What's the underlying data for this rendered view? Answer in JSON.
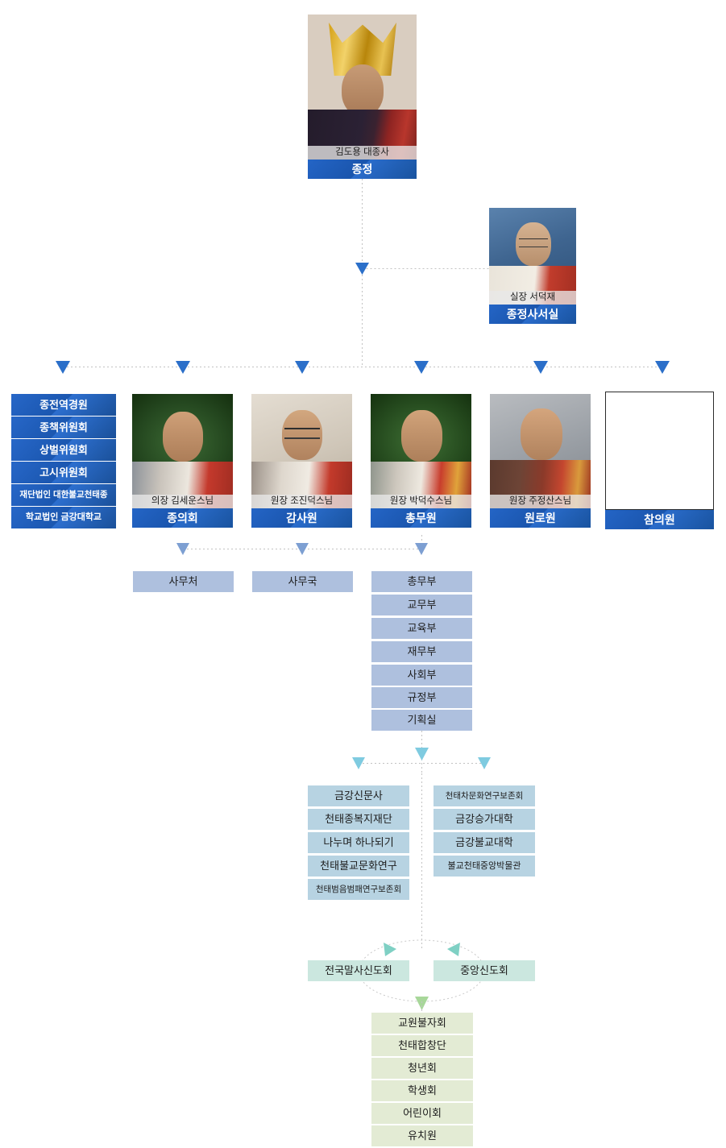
{
  "colors": {
    "deep_blue": "#1e5fbe",
    "steel_blue": "#aec0de",
    "affiliate_blue": "#b7d3e2",
    "teal": "#cbe7df",
    "green": "#e3ebd4",
    "arrow_deep": "#2b6fc9",
    "arrow_steel": "#7d9fd2",
    "arrow_cyan": "#7fcbe0",
    "arrow_teal": "#7fd0c4",
    "arrow_green": "#a8d79a",
    "line_dotted": "#c2c2c2",
    "caption_text": "#1c1c1c"
  },
  "top": {
    "person_name": "김도용 대종사",
    "office_label": "종정"
  },
  "secretariat": {
    "person_name": "실장 서덕재",
    "office_label": "종정사서실"
  },
  "committees": [
    {
      "label": "종전역경원",
      "size": "large"
    },
    {
      "label": "종책위원회",
      "size": "large"
    },
    {
      "label": "상벌위원회",
      "size": "large"
    },
    {
      "label": "고시위원회",
      "size": "large"
    },
    {
      "label": "재단법인 대한불교천태종",
      "size": "small"
    },
    {
      "label": "학교법인 금강대학교",
      "size": "small"
    }
  ],
  "organs": [
    {
      "person_name": "의장 김세운스님",
      "office_label": "종의회",
      "has_photo": true
    },
    {
      "person_name": "원장 조진덕스님",
      "office_label": "감사원",
      "has_photo": true
    },
    {
      "person_name": "원장 박덕수스님",
      "office_label": "총무원",
      "has_photo": true
    },
    {
      "person_name": "원장 주정산스님",
      "office_label": "원로원",
      "has_photo": true
    },
    {
      "person_name": "",
      "office_label": "참의원",
      "has_photo": false
    }
  ],
  "branch_offices": [
    {
      "label": "사무처"
    },
    {
      "label": "사무국"
    }
  ],
  "departments": [
    {
      "label": "총무부"
    },
    {
      "label": "교무부"
    },
    {
      "label": "교육부"
    },
    {
      "label": "재무부"
    },
    {
      "label": "사회부"
    },
    {
      "label": "규정부"
    },
    {
      "label": "기획실"
    }
  ],
  "affiliates_left": [
    {
      "label": "금강신문사",
      "size": "normal"
    },
    {
      "label": "천태종복지재단",
      "size": "normal"
    },
    {
      "label": "나누며 하나되기",
      "size": "normal"
    },
    {
      "label": "천태불교문화연구",
      "size": "normal"
    },
    {
      "label": "천태범음범패연구보존회",
      "size": "small"
    }
  ],
  "affiliates_right": [
    {
      "label": "천태차문화연구보존회",
      "size": "small"
    },
    {
      "label": "금강승가대학",
      "size": "normal"
    },
    {
      "label": "금강불교대학",
      "size": "normal"
    },
    {
      "label": "불교천태중앙박물관",
      "size": "small"
    }
  ],
  "lay_associations": [
    {
      "label": "전국말사신도회"
    },
    {
      "label": "중앙신도회"
    }
  ],
  "lay_groups": [
    {
      "label": "교원불자회"
    },
    {
      "label": "천태합창단"
    },
    {
      "label": "청년회"
    },
    {
      "label": "학생회"
    },
    {
      "label": "어린이회"
    },
    {
      "label": "유치원"
    }
  ]
}
